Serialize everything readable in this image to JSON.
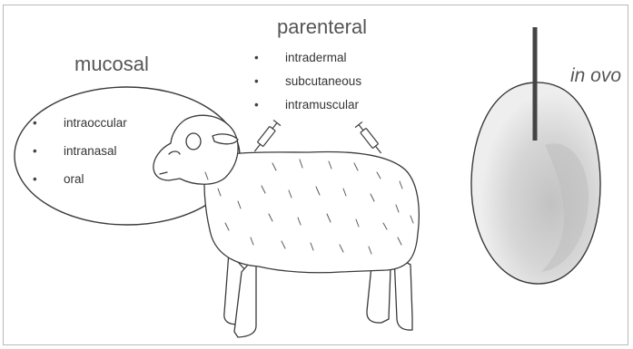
{
  "mucosal": {
    "title": "mucosal",
    "routes": [
      "intraoccular",
      "intranasal",
      "oral"
    ]
  },
  "parenteral": {
    "title": "parenteral",
    "routes": [
      "intradermal",
      "subcutaneous",
      "intramuscular"
    ]
  },
  "in_ovo": {
    "title": "in ovo"
  },
  "colors": {
    "line": "#3a3a3a",
    "text": "#555555",
    "egg_fill": "#ececec",
    "egg_shade": "#c9c9c9"
  },
  "icons": [
    "sheep-illustration",
    "syringe-icon",
    "egg-illustration",
    "needle-icon"
  ]
}
